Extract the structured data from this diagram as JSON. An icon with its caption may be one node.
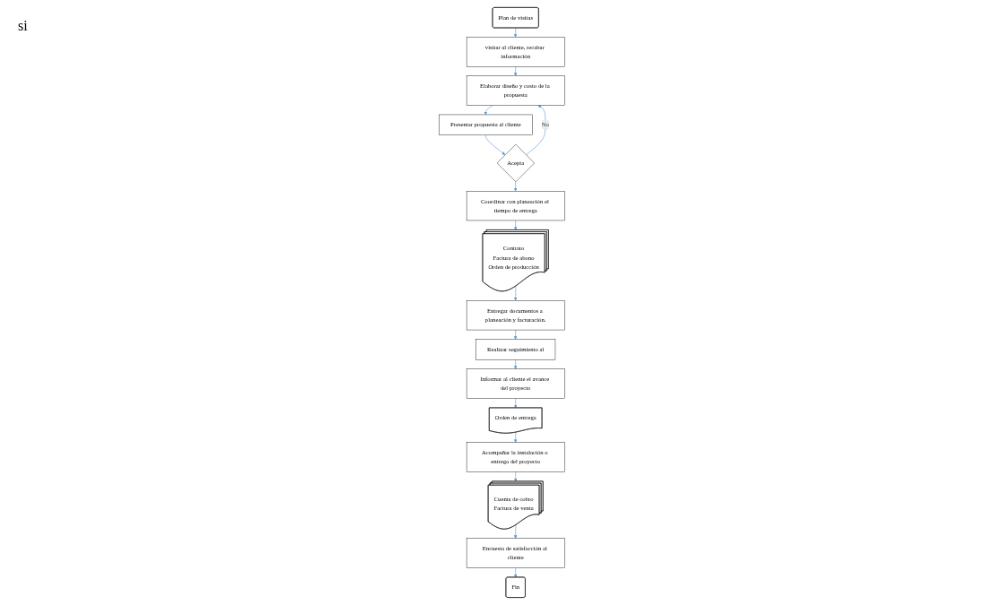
{
  "diagram": {
    "nodes": [
      {
        "text": [
          "Plan de visitas"
        ]
      },
      {
        "text": [
          "visitar al cliente, recabar información"
        ]
      },
      {
        "text": [
          "Elaborar diseño y costo de la propuesta"
        ]
      },
      {
        "text": [
          "Presentar propuesta al cliente"
        ]
      },
      {
        "text": [
          "Acepta"
        ]
      },
      {
        "text": [
          "Coordinar con planeación el tiempo de entrega"
        ]
      },
      {
        "text": [
          "Contrato",
          "Factura de abono",
          "Orden de producción"
        ]
      },
      {
        "text": [
          "Entregar documentos a planeación y facturación."
        ]
      },
      {
        "text": [
          "Realizar seguimiento al"
        ]
      },
      {
        "text": [
          "Informar al cliente el avance del proyecto"
        ]
      },
      {
        "text": [
          "Orden de entrega"
        ]
      },
      {
        "text": [
          "Acompañar la instalación o entrega del proyecto"
        ]
      },
      {
        "text": [
          "Cuenta de cobro",
          "Factura de venta"
        ]
      },
      {
        "text": [
          "Encuesta de satisfacción al cliente"
        ]
      },
      {
        "text": [
          "Fin"
        ]
      }
    ],
    "edges": [
      {
        "from": 0,
        "to": 1,
        "arrow": "to"
      },
      {
        "from": 1,
        "to": 2,
        "arrow": "to"
      },
      {
        "from": 2,
        "to": 3,
        "arrow": "to"
      },
      {
        "from": 3,
        "to": 4,
        "arrow": "to"
      },
      {
        "from": 4,
        "to": 2,
        "arrow": "to",
        "label": "No"
      },
      {
        "from": 4,
        "to": 5,
        "arrow": "to"
      },
      {
        "from": 5,
        "to": 6,
        "arrow": "to"
      },
      {
        "from": 6,
        "to": 7,
        "arrow": "to"
      },
      {
        "from": 7,
        "to": 8,
        "arrow": "to"
      },
      {
        "from": 8,
        "to": 9,
        "arrow": "to"
      },
      {
        "from": 9,
        "to": 10,
        "arrow": "to"
      },
      {
        "from": 10,
        "to": 11,
        "arrow": "to"
      },
      {
        "from": 11,
        "to": 12,
        "arrow": "to"
      },
      {
        "from": 12,
        "to": 13,
        "arrow": "to"
      },
      {
        "from": 13,
        "to": 14,
        "arrow": "to"
      }
    ],
    "labels": [
      "si"
    ]
  }
}
